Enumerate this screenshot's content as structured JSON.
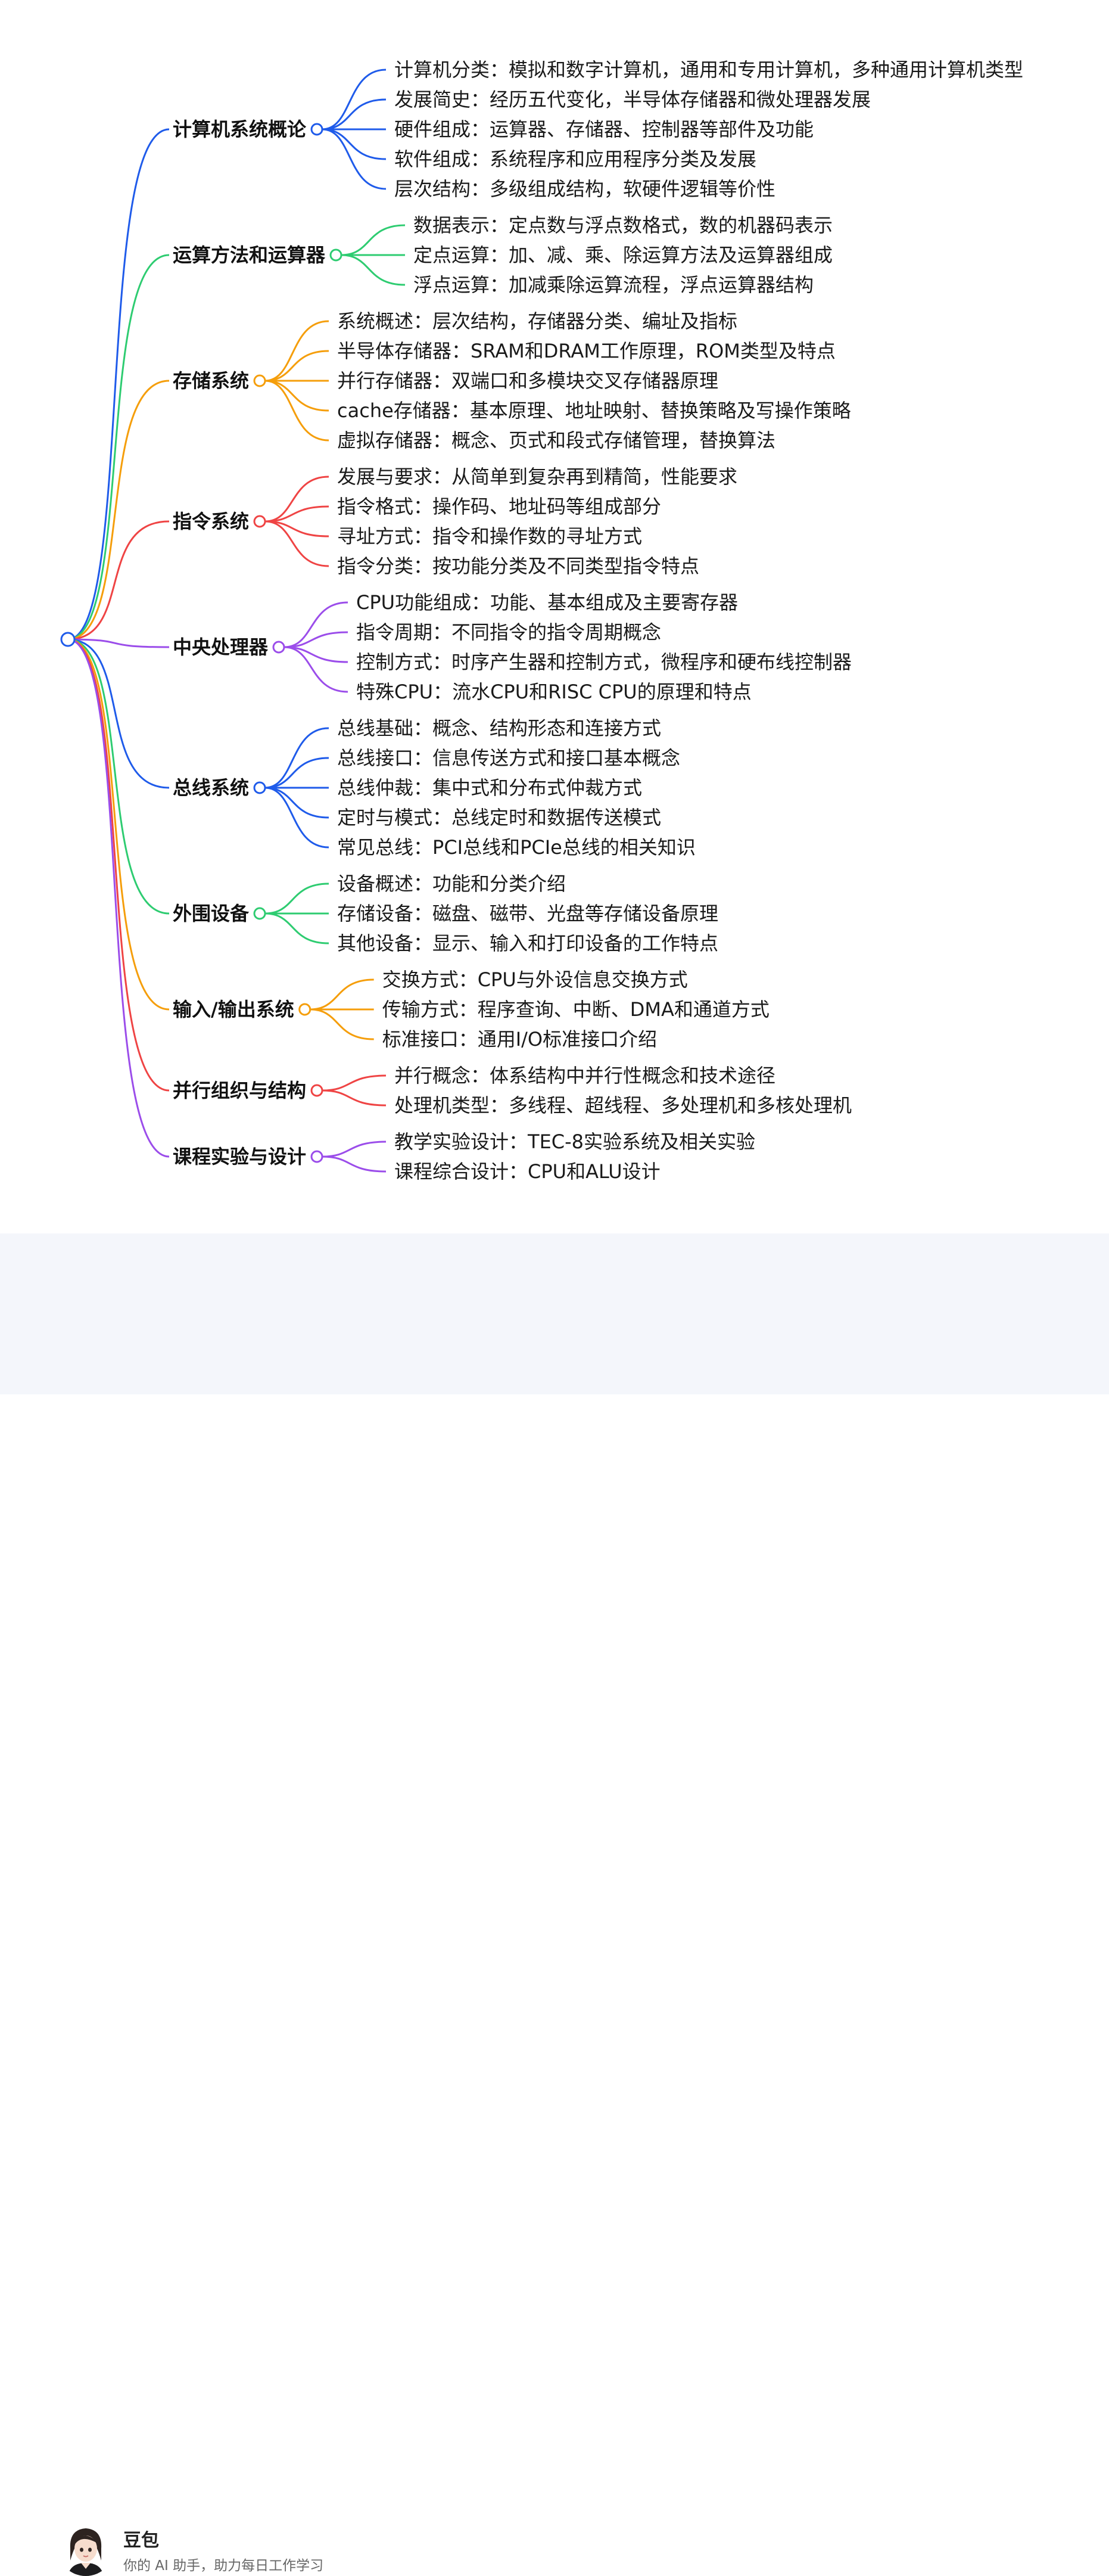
{
  "colors": {
    "blue": "#1f5bea",
    "green": "#2ecc71",
    "orange": "#f59e0b",
    "red": "#ef4444",
    "purple": "#9b4dea"
  },
  "branches": [
    {
      "label": "计算机系统概论",
      "color": "blue",
      "children": [
        "计算机分类：模拟和数字计算机，通用和专用计算机，多种通用计算机类型",
        "发展简史：经历五代变化，半导体存储器和微处理器发展",
        "硬件组成：运算器、存储器、控制器等部件及功能",
        "软件组成：系统程序和应用程序分类及发展",
        "层次结构：多级组成结构，软硬件逻辑等价性"
      ]
    },
    {
      "label": "运算方法和运算器",
      "color": "green",
      "children": [
        "数据表示：定点数与浮点数格式，数的机器码表示",
        "定点运算：加、减、乘、除运算方法及运算器组成",
        "浮点运算：加减乘除运算流程，浮点运算器结构"
      ]
    },
    {
      "label": "存储系统",
      "color": "orange",
      "children": [
        "系统概述：层次结构，存储器分类、编址及指标",
        "半导体存储器：SRAM和DRAM工作原理，ROM类型及特点",
        "并行存储器：双端口和多模块交叉存储器原理",
        "cache存储器：基本原理、地址映射、替换策略及写操作策略",
        "虚拟存储器：概念、页式和段式存储管理，替换算法"
      ]
    },
    {
      "label": "指令系统",
      "color": "red",
      "children": [
        "发展与要求：从简单到复杂再到精简，性能要求",
        "指令格式：操作码、地址码等组成部分",
        "寻址方式：指令和操作数的寻址方式",
        "指令分类：按功能分类及不同类型指令特点"
      ]
    },
    {
      "label": "中央处理器",
      "color": "purple",
      "children": [
        "CPU功能组成：功能、基本组成及主要寄存器",
        "指令周期：不同指令的指令周期概念",
        "控制方式：时序产生器和控制方式，微程序和硬布线控制器",
        "特殊CPU：流水CPU和RISC CPU的原理和特点"
      ]
    },
    {
      "label": "总线系统",
      "color": "blue",
      "children": [
        "总线基础：概念、结构形态和连接方式",
        "总线接口：信息传送方式和接口基本概念",
        "总线仲裁：集中式和分布式仲裁方式",
        "定时与模式：总线定时和数据传送模式",
        "常见总线：PCI总线和PCIe总线的相关知识"
      ]
    },
    {
      "label": "外围设备",
      "color": "green",
      "children": [
        "设备概述：功能和分类介绍",
        "存储设备：磁盘、磁带、光盘等存储设备原理",
        "其他设备：显示、输入和打印设备的工作特点"
      ]
    },
    {
      "label": "输入/输出系统",
      "color": "orange",
      "children": [
        "交换方式：CPU与外设信息交换方式",
        "传输方式：程序查询、中断、DMA和通道方式",
        "标准接口：通用I/O标准接口介绍"
      ]
    },
    {
      "label": "并行组织与结构",
      "color": "red",
      "children": [
        "并行概念：体系结构中并行性概念和技术途径",
        "处理机类型：多线程、超线程、多处理机和多核处理机"
      ]
    },
    {
      "label": "课程实验与设计",
      "color": "purple",
      "children": [
        "教学实验设计：TEC-8实验系统及相关实验",
        "课程综合设计：CPU和ALU设计"
      ]
    }
  ],
  "footer": {
    "brand": "豆包",
    "tagline": "你的 AI 助手，助力每日工作学习"
  }
}
